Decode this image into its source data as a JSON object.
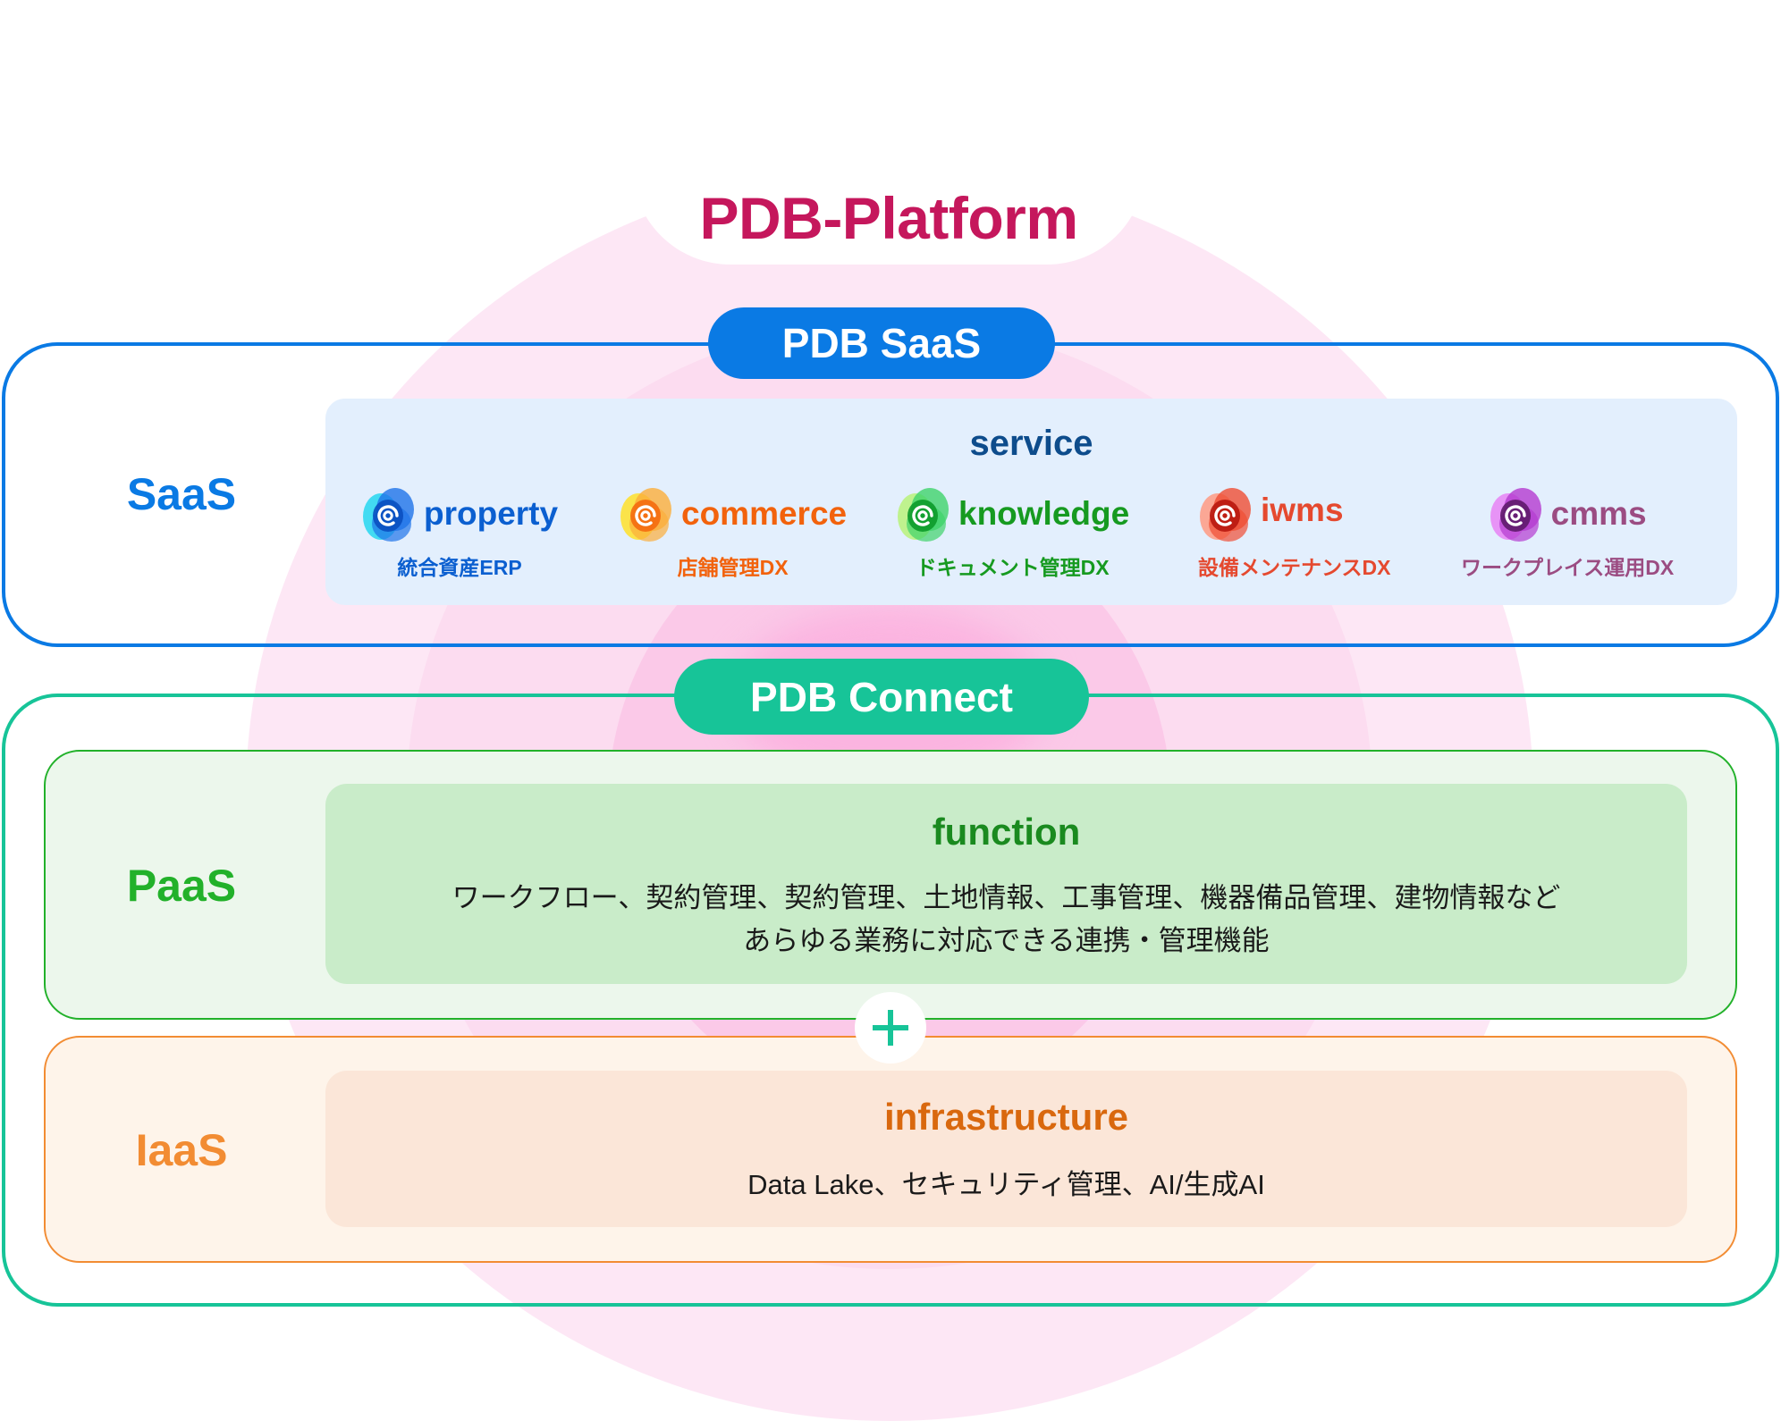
{
  "platform": {
    "title": "PDB-Platform",
    "title_color": "#c5175c"
  },
  "saas": {
    "tab_label": "PDB SaaS",
    "layer_label": "SaaS",
    "accent": "#0a7ae4",
    "panel_title": "service",
    "services": [
      {
        "name": "property",
        "subtitle": "統合資産ERP",
        "icon": "at-sign-blob-icon",
        "color": "#0b5fd0",
        "icon_colors": [
          "#26d7f0",
          "#1e73e8",
          "#0a4fc0"
        ]
      },
      {
        "name": "commerce",
        "subtitle": "店舗管理DX",
        "icon": "at-sign-blob-icon",
        "color": "#f2620c",
        "icon_colors": [
          "#ffe02a",
          "#fbae3a",
          "#f46a10"
        ]
      },
      {
        "name": "knowledge",
        "subtitle": "ドキュメント管理DX",
        "icon": "at-sign-blob-icon",
        "color": "#169a20",
        "icon_colors": [
          "#b8f27a",
          "#3fd36a",
          "#0c9a2a"
        ]
      },
      {
        "name": "iwms",
        "subtitle": "設備メンテナンスDX",
        "icon": "at-sign-blob-icon",
        "color": "#e5492f",
        "icon_colors": [
          "#ff9a82",
          "#ef4d33",
          "#b8170e"
        ]
      },
      {
        "name": "cmms",
        "subtitle": "ワークプレイス運用DX",
        "icon": "at-sign-blob-icon",
        "color": "#9b4c82",
        "icon_colors": [
          "#e882f4",
          "#b43ad0",
          "#5e1a6a"
        ]
      }
    ]
  },
  "connect": {
    "tab_label": "PDB Connect",
    "accent": "#17c498",
    "paas": {
      "layer_label": "PaaS",
      "accent": "#22b12a",
      "panel_title": "function",
      "lines": [
        "ワークフロー、契約管理、契約管理、土地情報、工事管理、機器備品管理、建物情報など",
        "あらゆる業務に対応できる連携・管理機能"
      ]
    },
    "join_icon": "plus-icon",
    "iaas": {
      "layer_label": "IaaS",
      "accent": "#f28c33",
      "panel_title": "infrastructure",
      "line": "Data Lake、セキュリティ管理、AI/生成AI"
    }
  }
}
